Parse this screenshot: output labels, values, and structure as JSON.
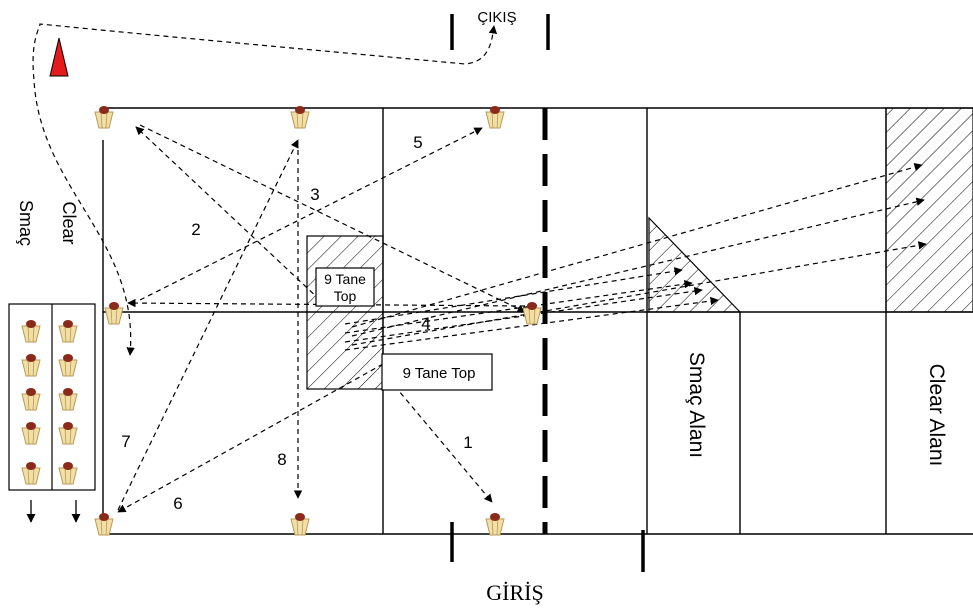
{
  "labels": {
    "exit": "ÇIKIŞ",
    "entrance": "GİRİŞ",
    "smac_column": "Smaç",
    "clear_column": "Clear",
    "smash_area": "Smaç Alanı",
    "clear_area": "Clear Alanı",
    "box_upper_line1": "9 Tane",
    "box_upper_line2": "Top",
    "box_lower": "9 Tane Top"
  },
  "steps": [
    "1",
    "2",
    "3",
    "4",
    "5",
    "6",
    "7",
    "8"
  ],
  "colors": {
    "line": "#000000",
    "start_cone": "#e41a1c",
    "shuttle_feather": "#f2dfa6",
    "shuttle_cork": "#8b2a1a"
  },
  "icons": {
    "shuttlecock": "shuttlecock-icon",
    "cone": "triangle-cone-icon",
    "arrow": "arrow-down-icon"
  }
}
